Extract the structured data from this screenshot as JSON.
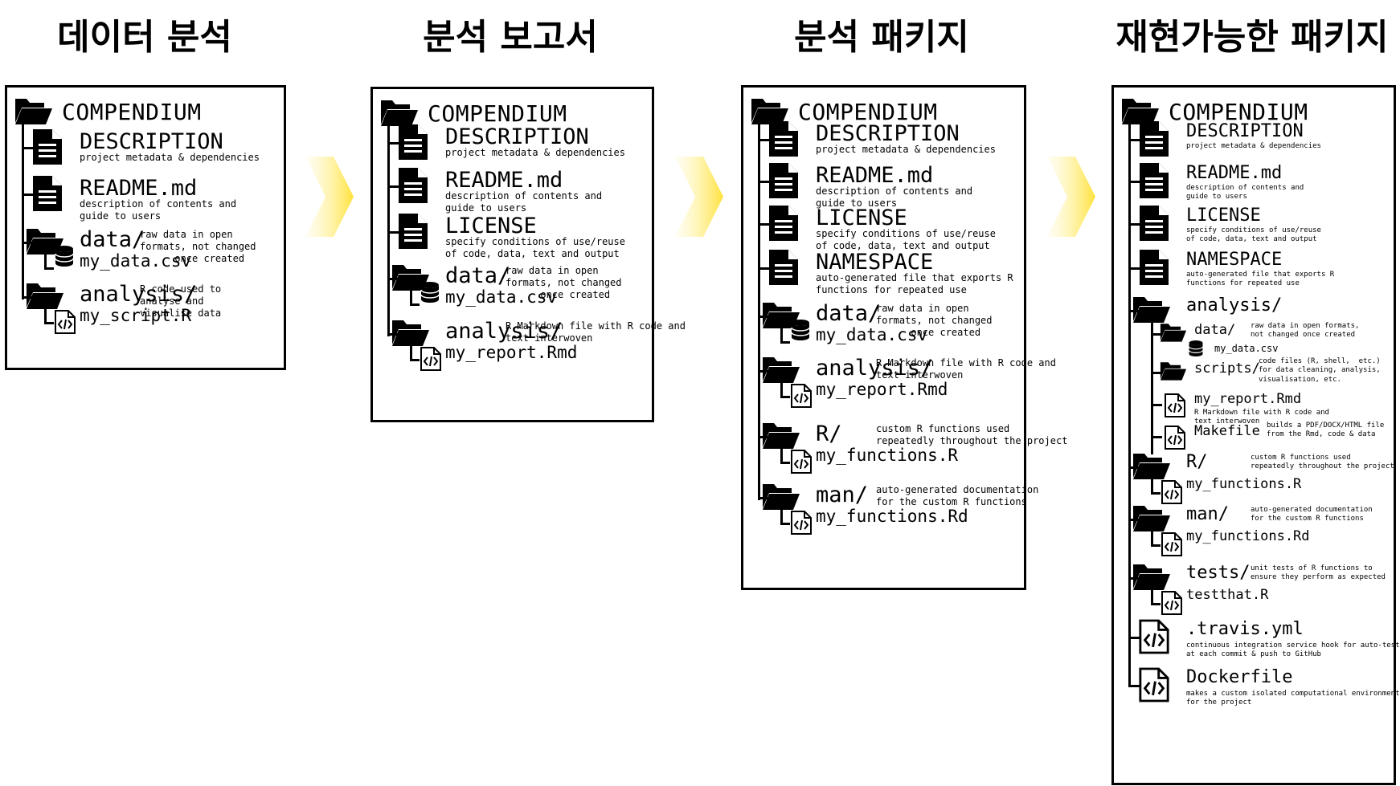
{
  "stages": [
    {
      "title": "데이터 분석",
      "root": "COMPENDIUM",
      "items": [
        {
          "kind": "doc",
          "name": "DESCRIPTION",
          "desc": "project metadata & dependencies"
        },
        {
          "kind": "doc",
          "name": "README.md",
          "desc": "description of contents and\nguide to users"
        },
        {
          "kind": "folder-db",
          "name": "data/",
          "file": "my_data.csv",
          "desc": "raw data in open\nformats, not changed\n      once created"
        },
        {
          "kind": "folder-code",
          "name": "analysis/",
          "file": "my_script.R",
          "desc": "R code used to\nanalyse and\nvisualise data"
        }
      ]
    },
    {
      "title": "분석 보고서",
      "root": "COMPENDIUM",
      "items": [
        {
          "kind": "doc",
          "name": "DESCRIPTION",
          "desc": "project metadata & dependencies"
        },
        {
          "kind": "doc",
          "name": "README.md",
          "desc": "description of contents and\nguide to users"
        },
        {
          "kind": "doc",
          "name": "LICENSE",
          "desc": "specify conditions of use/reuse\nof code, data, text and output"
        },
        {
          "kind": "folder-db",
          "name": "data/",
          "file": "my_data.csv",
          "desc": "raw data in open\nformats, not changed\n      once created"
        },
        {
          "kind": "folder-code",
          "name": "analysis/",
          "file": "my_report.Rmd",
          "desc": "R Markdown file with R code and\ntext interwoven"
        }
      ]
    },
    {
      "title": "분석 패키지",
      "root": "COMPENDIUM",
      "items": [
        {
          "kind": "doc",
          "name": "DESCRIPTION",
          "desc": "project metadata & dependencies"
        },
        {
          "kind": "doc",
          "name": "README.md",
          "desc": "description of contents and\nguide to users"
        },
        {
          "kind": "doc",
          "name": "LICENSE",
          "desc": "specify conditions of use/reuse\nof code, data, text and output"
        },
        {
          "kind": "doc",
          "name": "NAMESPACE",
          "desc": "auto-generated file that exports R\nfunctions for repeated use"
        },
        {
          "kind": "folder-db",
          "name": "data/",
          "file": "my_data.csv",
          "desc": "raw data in open\nformats, not changed\n      once created"
        },
        {
          "kind": "folder-code",
          "name": "analysis/",
          "file": "my_report.Rmd",
          "desc": "R Markdown file with R code and\ntext interwoven"
        },
        {
          "kind": "folder-code",
          "name": "R/",
          "file": "my_functions.R",
          "desc": "custom R functions used\nrepeatedly throughout the project"
        },
        {
          "kind": "folder-code",
          "name": "man/",
          "file": "my_functions.Rd",
          "desc": "auto-generated documentation\nfor the custom R functions"
        }
      ]
    },
    {
      "title": "재현가능한 패키지",
      "root": "COMPENDIUM",
      "items": [
        {
          "kind": "doc",
          "name": "DESCRIPTION",
          "desc": "project metadata & dependencies"
        },
        {
          "kind": "doc",
          "name": "README.md",
          "desc": "description of contents and\nguide to users"
        },
        {
          "kind": "doc",
          "name": "LICENSE",
          "desc": "specify conditions of use/reuse\nof code, data, text and output"
        },
        {
          "kind": "doc",
          "name": "NAMESPACE",
          "desc": "auto-generated file that exports R\nfunctions for repeated use"
        },
        {
          "kind": "folder",
          "name": "analysis/"
        },
        {
          "kind": "subfolder-db",
          "name": "data/",
          "file": "my_data.csv",
          "desc": "raw data in open formats,\nnot changed once created"
        },
        {
          "kind": "subfolder",
          "name": "scripts/",
          "desc": "code files (R, shell,  etc.)\nfor data cleaning, analysis,\nvisualisation, etc."
        },
        {
          "kind": "subcode",
          "name": "my_report.Rmd",
          "desc": "R Markdown file with R code and\ntext interwoven"
        },
        {
          "kind": "subcode",
          "name": "Makefile",
          "desc": "builds a PDF/DOCX/HTML file\nfrom the Rmd, code & data"
        },
        {
          "kind": "folder-code",
          "name": "R/",
          "file": "my_functions.R",
          "desc": "custom R functions used\nrepeatedly throughout the project"
        },
        {
          "kind": "folder-code",
          "name": "man/",
          "file": "my_functions.Rd",
          "desc": "auto-generated documentation\nfor the custom R functions"
        },
        {
          "kind": "folder-code",
          "name": "tests/",
          "file": "testthat.R",
          "desc": "unit tests of R functions to\nensure they perform as expected"
        },
        {
          "kind": "code",
          "name": ".travis.yml",
          "desc": "continuous integration service hook for auto-testing\nat each commit & push to GitHub"
        },
        {
          "kind": "code",
          "name": "Dockerfile",
          "desc": "makes a custom isolated computational environment\nfor the project"
        }
      ]
    }
  ],
  "colors": {
    "arrow": "#ffe23a",
    "ink": "#000000"
  }
}
